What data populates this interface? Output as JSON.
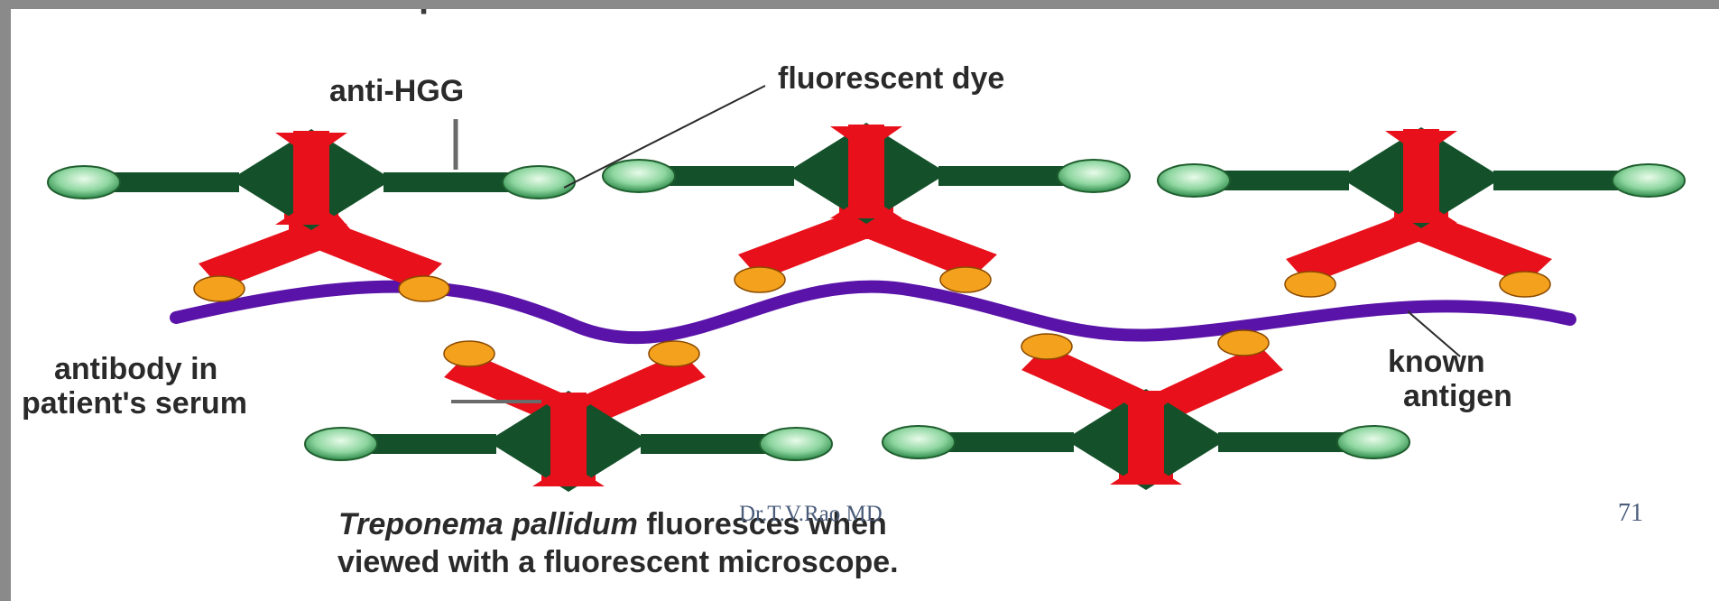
{
  "header": {
    "title_fragment": "with microscope"
  },
  "labels": {
    "anti_hgg": "anti-HGG",
    "fluorescent_dye": "fluorescent dye",
    "antibody_line1": "antibody in",
    "antibody_line2": "patient's serum",
    "known_line1": "known",
    "known_line2": "antigen"
  },
  "caption": {
    "italic": "Treponema pallidum",
    "rest": " fluoresces when",
    "line2": "viewed with a fluorescent microscope."
  },
  "footer": {
    "author": "Dr.T.V.Rao MD",
    "slide_number": "71"
  },
  "colors": {
    "antibody_red": "#e8101a",
    "anti_hgg_green": "#14512a",
    "dye_green": "#7ccf8f",
    "binding_orange": "#f4a11d",
    "antigen_purple": "#5a13a8",
    "frame_gray": "#8a8a8a"
  }
}
